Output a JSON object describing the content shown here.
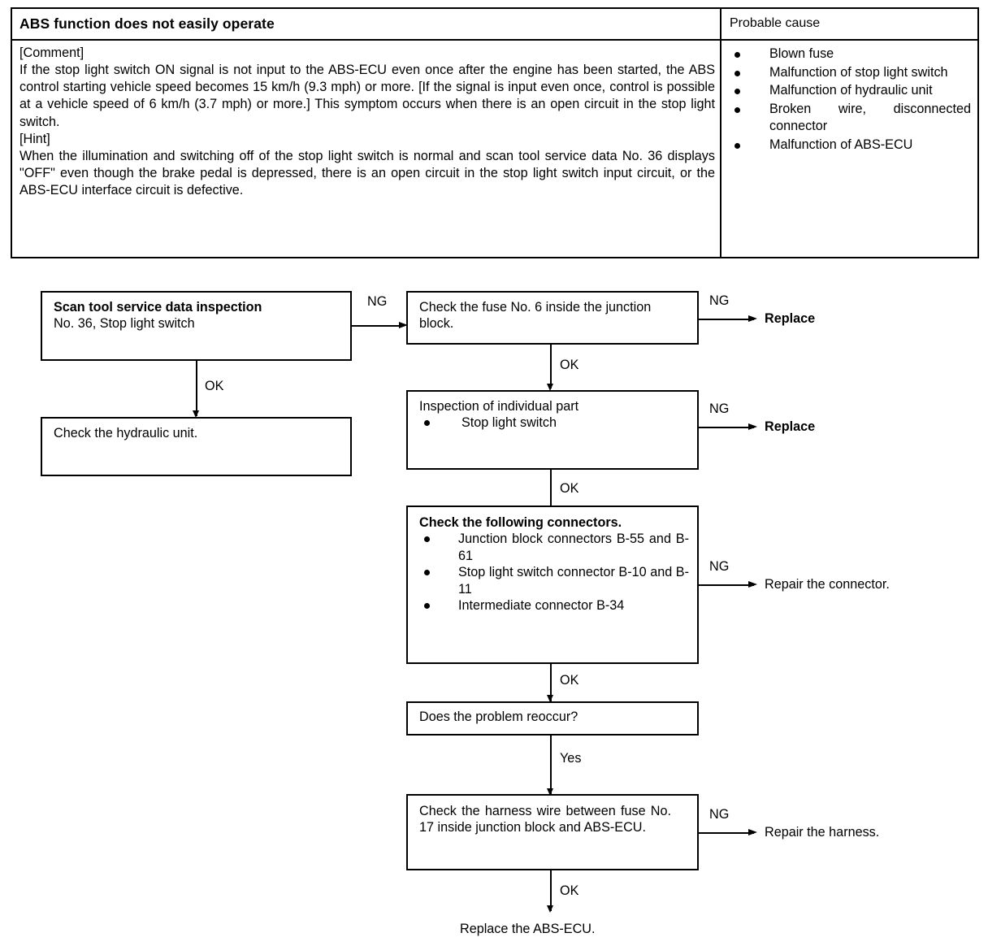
{
  "symptom_table": {
    "symptom_title": "ABS function does not easily operate",
    "cause_title": "Probable cause",
    "comment_label": "[Comment]",
    "comment_text": "If the stop light switch ON signal is not input to the ABS-ECU even once after the engine has been started, the ABS control starting vehicle speed becomes 15 km/h (9.3 mph) or more. [If the signal is input even once, control is possible at a vehicle speed of 6 km/h (3.7 mph) or more.] This symptom occurs when there is an open circuit in the stop light switch.",
    "hint_label": "[Hint]",
    "hint_text": "When the illumination and switching off of the stop light switch is normal and scan tool service data No. 36 displays \"OFF\" even though the brake pedal is depressed, there is an open circuit in the stop light switch input circuit, or the ABS-ECU interface circuit is defective.",
    "causes": [
      "Blown fuse",
      "Malfunction of stop light switch",
      "Malfunction of hydraulic unit",
      "Broken wire, disconnected connector",
      "Malfunction of ABS-ECU"
    ]
  },
  "flowchart": {
    "scan_tool_box": {
      "title": "Scan tool service data inspection",
      "detail": "No. 36, Stop light switch"
    },
    "hydraulic_box": {
      "text": "Check the hydraulic unit."
    },
    "fuse_box": {
      "text": "Check the fuse No. 6 inside the junction block."
    },
    "inspection_box": {
      "title": "Inspection of individual part",
      "items": [
        "Stop light switch"
      ]
    },
    "connectors_box": {
      "title": "Check the following connectors.",
      "items": [
        "Junction block connectors B-55 and B-61",
        "Stop light switch connector B-10 and B-11",
        "Intermediate connector B-34"
      ]
    },
    "reoccur_box": {
      "text": "Does the problem reoccur?"
    },
    "harness_box": {
      "text": "Check the harness wire between fuse No. 17 inside junction block and ABS-ECU."
    },
    "outcomes": {
      "replace_fuse": "Replace",
      "replace_switch": "Replace",
      "repair_connector": "Repair the connector.",
      "repair_harness": "Repair the harness.",
      "replace_ecu": "Replace the ABS-ECU."
    },
    "edge_labels": {
      "ng": "NG",
      "ok": "OK",
      "yes": "Yes"
    }
  }
}
